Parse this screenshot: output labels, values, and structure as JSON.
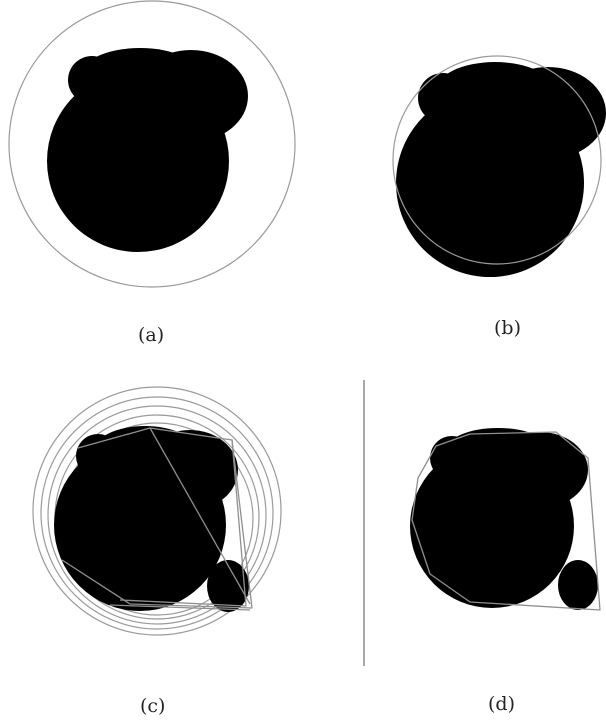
{
  "figure": {
    "panels": [
      {
        "id": "a",
        "caption": "(a)"
      },
      {
        "id": "b",
        "caption": "(b)"
      },
      {
        "id": "c",
        "caption": "(c)"
      },
      {
        "id": "d",
        "caption": "(d)"
      }
    ]
  }
}
